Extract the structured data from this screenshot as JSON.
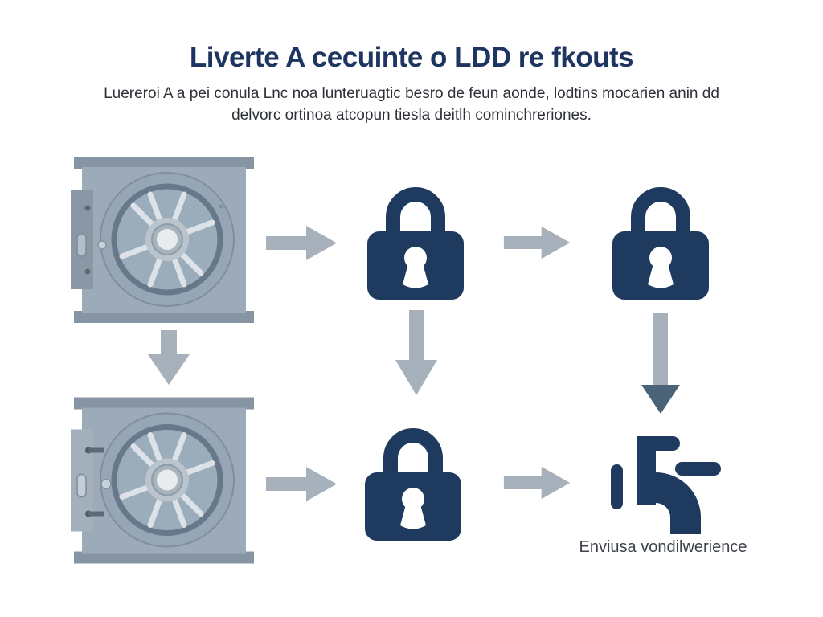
{
  "header": {
    "title": "Liverte A cecuinte o LDD re fkouts",
    "subtitle_line1": "Luereroi A a pei conula Lnc noa lunteruagtic besro de feun aonde, lodtins mocarien anin dd",
    "subtitle_line2": "delvorc ortinoa atcopun tiesla deitlh cominchreriones."
  },
  "diagram": {
    "caption": "Enviusa vondilwerience",
    "icons": [
      "vault-icon",
      "padlock-icon",
      "arrow-right-icon",
      "arrow-down-icon",
      "arrow-down-dark-head-icon",
      "faucet-icon"
    ],
    "flow": [
      "vault -> padlock -> padlock",
      "vault -> padlock -> faucet"
    ]
  },
  "colors": {
    "navy": "#1e3a5f",
    "title": "#1d3560",
    "text": "#2e3238",
    "caption": "#3e434a",
    "arrow": "#a6b1bc",
    "arrow-dark": "#4a6378",
    "vault-body": "#9dabb8",
    "vault-cap": "#8794a2"
  }
}
